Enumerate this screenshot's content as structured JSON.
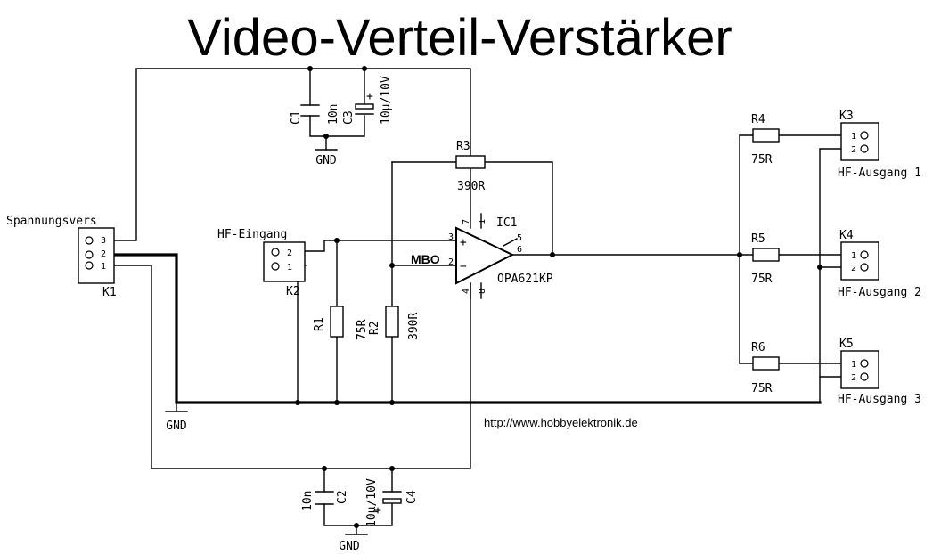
{
  "title": "Video-Verteil-Verstärker",
  "url": "http://www.hobbyelektronik.de",
  "mbo": "MBO",
  "gnd_label": "GND",
  "connectors": {
    "k1": {
      "ref": "K1",
      "name": "Spannungsvers",
      "pins": [
        "3",
        "2",
        "1"
      ]
    },
    "k2": {
      "ref": "K2",
      "name": "HF-Eingang",
      "pins": [
        "2",
        "1"
      ]
    },
    "k3": {
      "ref": "K3",
      "name": "HF-Ausgang 1",
      "pins": [
        "1",
        "2"
      ]
    },
    "k4": {
      "ref": "K4",
      "name": "HF-Ausgang 2",
      "pins": [
        "1",
        "2"
      ]
    },
    "k5": {
      "ref": "K5",
      "name": "HF-Ausgang 3",
      "pins": [
        "1",
        "2"
      ]
    }
  },
  "resistors": {
    "r1": {
      "ref": "R1",
      "value": "75R"
    },
    "r2": {
      "ref": "R2",
      "value": "390R"
    },
    "r3": {
      "ref": "R3",
      "value": "390R"
    },
    "r4": {
      "ref": "R4",
      "value": "75R"
    },
    "r5": {
      "ref": "R5",
      "value": "75R"
    },
    "r6": {
      "ref": "R6",
      "value": "75R"
    }
  },
  "capacitors": {
    "c1": {
      "ref": "C1",
      "value": "10n"
    },
    "c2": {
      "ref": "C2",
      "value": "10n"
    },
    "c3": {
      "ref": "C3",
      "value": "10µ/10V"
    },
    "c4": {
      "ref": "C4",
      "value": "10µ/10V"
    }
  },
  "ic": {
    "ref": "IC1",
    "part": "OPA621KP",
    "pins": {
      "in_plus": "3",
      "in_minus": "2",
      "out": "6",
      "p5": "5",
      "p7": "7",
      "p1": "1",
      "p4": "4",
      "p8": "8"
    },
    "plus_sign": "+",
    "minus_sign": "−"
  },
  "polarity_plus": "+"
}
